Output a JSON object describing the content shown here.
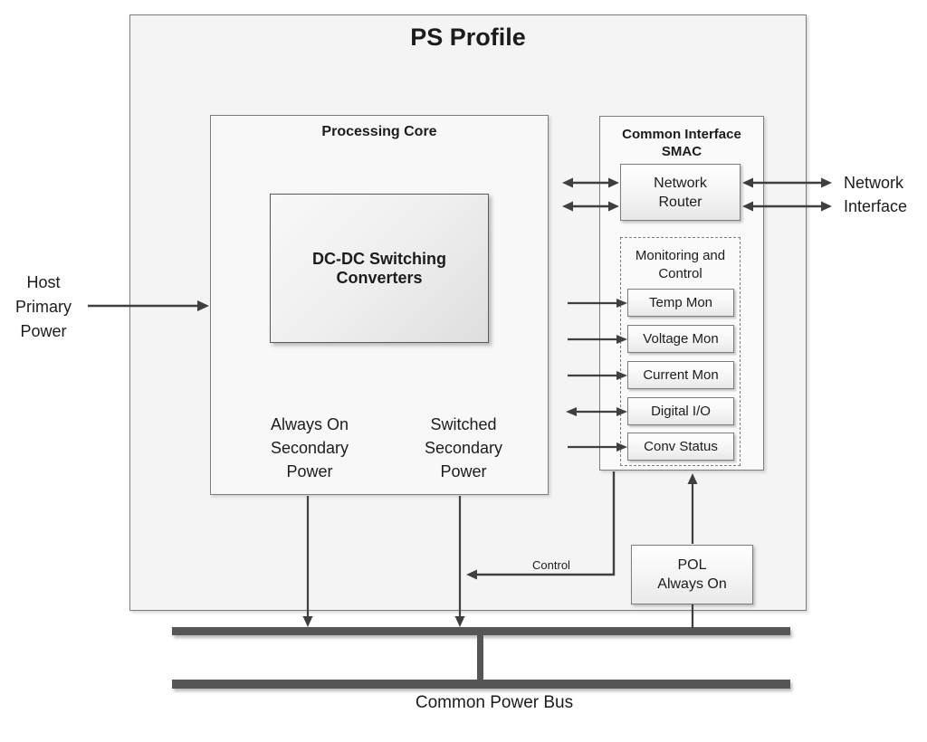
{
  "title": "PS Profile",
  "host_power": {
    "lines": [
      "Host",
      "Primary",
      "Power"
    ]
  },
  "processing_core": {
    "title": "Processing Core",
    "dcdc_label": "DC-DC Switching Converters",
    "always_on": {
      "lines": [
        "Always On",
        "Secondary",
        "Power"
      ]
    },
    "switched": {
      "lines": [
        "Switched",
        "Secondary",
        "Power"
      ]
    }
  },
  "smac": {
    "title_lines": [
      "Common Interface",
      "SMAC"
    ],
    "router": {
      "lines": [
        "Network",
        "Router"
      ]
    },
    "monitoring": {
      "title_lines": [
        "Monitoring and",
        "Control"
      ],
      "modules": [
        "Temp Mon",
        "Voltage Mon",
        "Current Mon",
        "Digital I/O",
        "Conv Status"
      ]
    }
  },
  "network_interface": {
    "lines": [
      "Network",
      "Interface"
    ]
  },
  "pol": {
    "lines": [
      "POL",
      "Always On"
    ]
  },
  "control_label": "Control",
  "bus_label": "Common Power Bus",
  "colors": {
    "connector": "#3f3f3f",
    "bus_bar": "#565656",
    "box_border": "#7d7d7d",
    "panel_fill": "#f4f4f4",
    "text": "#1c1c1c"
  }
}
